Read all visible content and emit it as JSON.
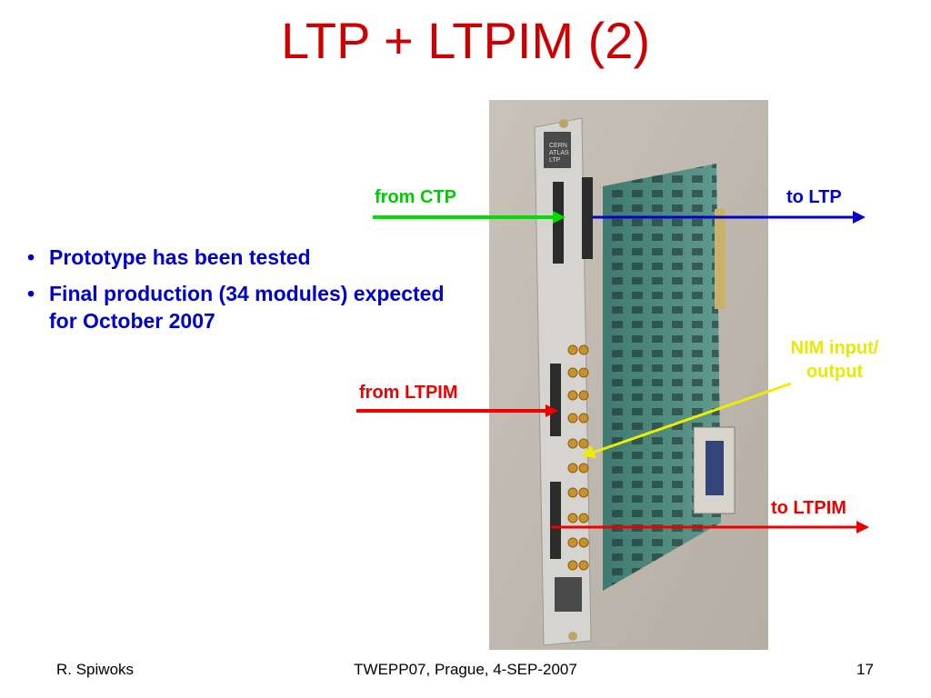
{
  "slide": {
    "title": "LTP + LTPIM (2)",
    "bullets": [
      "Prototype has been tested",
      "Final production (34 modules) expected for October 2007"
    ]
  },
  "labels": {
    "from_ctp": "from CTP",
    "to_ltp": "to LTP",
    "from_ltpim": "from LTPIM",
    "to_ltpim": "to LTPIM",
    "nim_line1": "NIM input/",
    "nim_line2": "output"
  },
  "photo": {
    "module_label": [
      "CERN",
      "ATLAS",
      "LTP"
    ]
  },
  "footer": {
    "author": "R. Spiwoks",
    "event": "TWEPP07, Prague, 4-SEP-2007",
    "page": "17"
  },
  "colors": {
    "title": "#cc0000",
    "bullet_text": "#0000cc",
    "ctp_arrow": "#00dd00",
    "ltp_arrow": "#0000cc",
    "ltpim_arrow": "#ee0000",
    "nim_arrow": "#eeee00"
  }
}
